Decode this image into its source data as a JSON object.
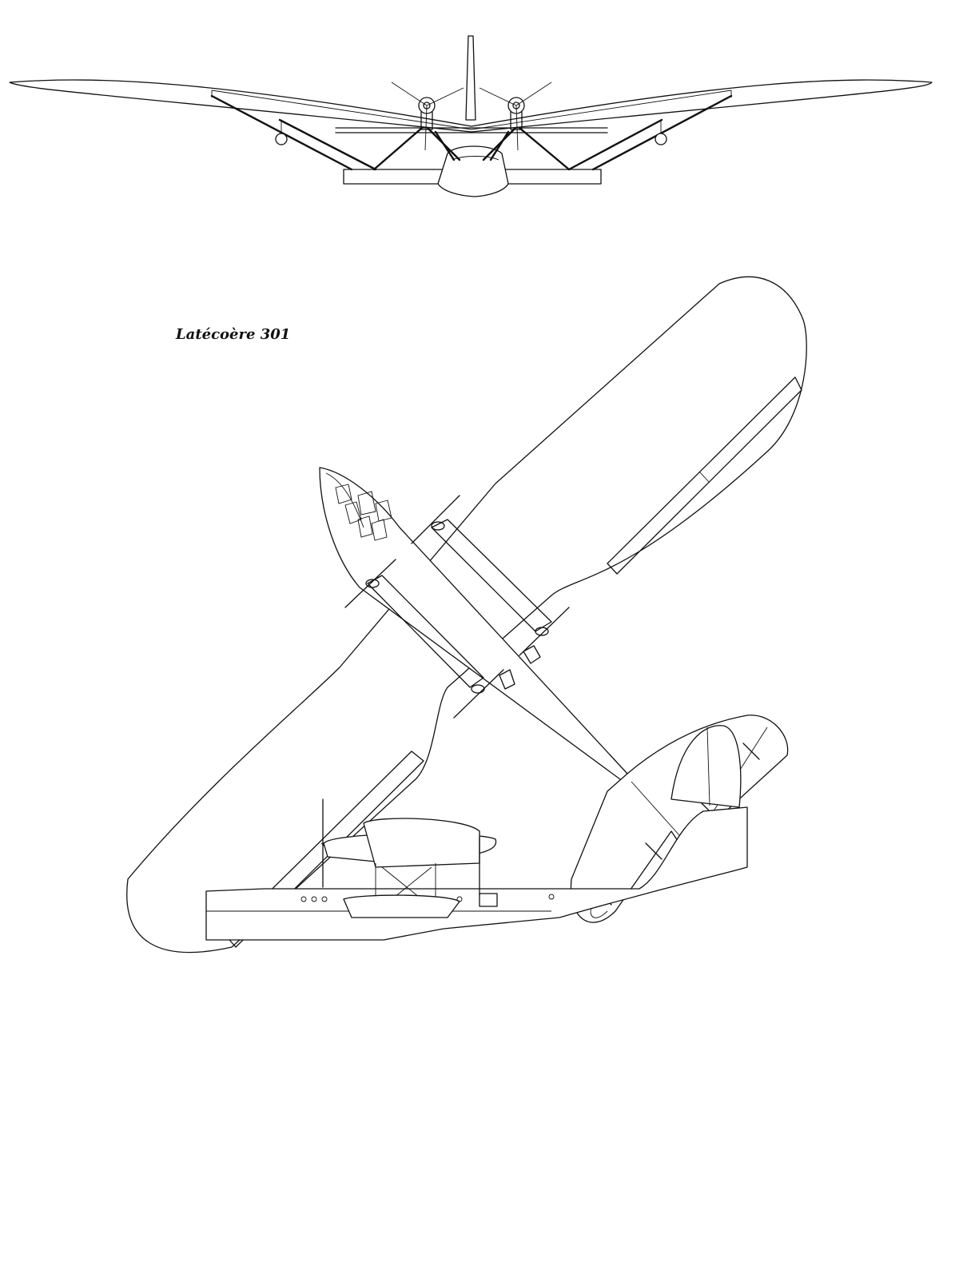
{
  "title": "Latécoère 301",
  "views": [
    "front-view",
    "top-view",
    "side-view"
  ]
}
